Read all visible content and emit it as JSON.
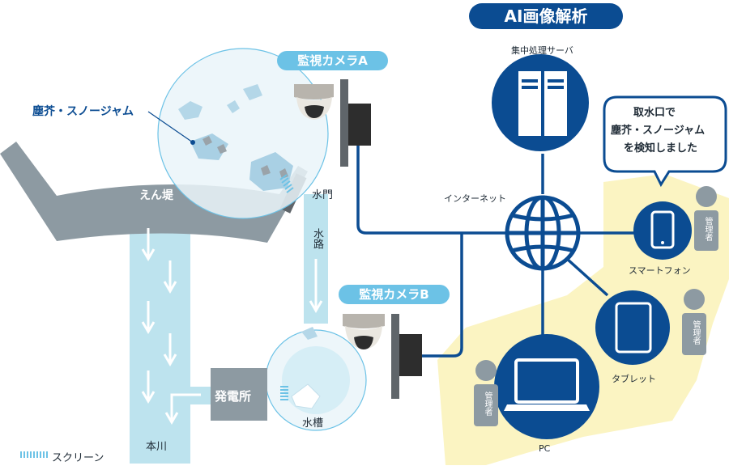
{
  "title": "AI画像解析",
  "labels": {
    "server": "集中処理サーバ",
    "internet": "インターネット",
    "smartphone": "スマートフォン",
    "tablet": "タブレット",
    "pc": "PC",
    "manager": "管理者",
    "camera_a": "監視カメラA",
    "camera_b": "監視カメラB",
    "debris": "塵芥・スノージャム",
    "levee": "えん堤",
    "gate": "水門",
    "channel": "水路",
    "tank": "水槽",
    "powerhouse": "発電所",
    "river": "本川",
    "screen_legend": "スクリーン"
  },
  "callout": {
    "line1": "取水口で",
    "line2": "塵芥・スノージャム",
    "line3": "を検知しました"
  },
  "colors": {
    "navy": "#0b4c92",
    "light_blue": "#6cc2e6",
    "water": "#bde3ee",
    "gray": "#8d9aa2",
    "dark_gray": "#5f656a",
    "yellow": "#fbf4c2"
  }
}
